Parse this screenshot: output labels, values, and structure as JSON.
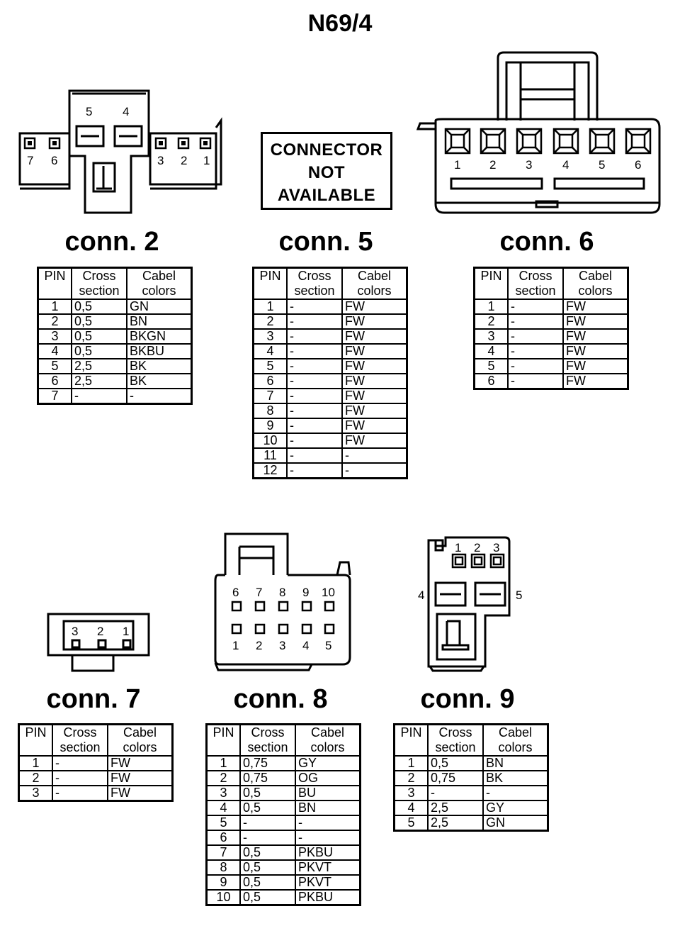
{
  "title": "N69/4",
  "not_available_lines": [
    "CONNECTOR",
    "NOT",
    "AVAILABLE"
  ],
  "headers": {
    "pin": "PIN",
    "cross": [
      "Cross",
      "section"
    ],
    "colors": [
      "Cabel",
      "colors"
    ]
  },
  "connectors": [
    {
      "id": "conn2",
      "label": "conn. 2",
      "pins": [
        [
          "1",
          "0,5",
          "GN"
        ],
        [
          "2",
          "0,5",
          "BN"
        ],
        [
          "3",
          "0,5",
          "BKGN"
        ],
        [
          "4",
          "0,5",
          "BKBU"
        ],
        [
          "5",
          "2,5",
          "BK"
        ],
        [
          "6",
          "2,5",
          "BK"
        ],
        [
          "7",
          "-",
          "-"
        ]
      ]
    },
    {
      "id": "conn5",
      "label": "conn. 5",
      "pins": [
        [
          "1",
          "-",
          "FW"
        ],
        [
          "2",
          "-",
          "FW"
        ],
        [
          "3",
          "-",
          "FW"
        ],
        [
          "4",
          "-",
          "FW"
        ],
        [
          "5",
          "-",
          "FW"
        ],
        [
          "6",
          "-",
          "FW"
        ],
        [
          "7",
          "-",
          "FW"
        ],
        [
          "8",
          "-",
          "FW"
        ],
        [
          "9",
          "-",
          "FW"
        ],
        [
          "10",
          "-",
          "FW"
        ],
        [
          "11",
          "-",
          "-"
        ],
        [
          "12",
          "-",
          "-"
        ]
      ]
    },
    {
      "id": "conn6",
      "label": "conn. 6",
      "pins": [
        [
          "1",
          "-",
          "FW"
        ],
        [
          "2",
          "-",
          "FW"
        ],
        [
          "3",
          "-",
          "FW"
        ],
        [
          "4",
          "-",
          "FW"
        ],
        [
          "5",
          "-",
          "FW"
        ],
        [
          "6",
          "-",
          "FW"
        ]
      ]
    },
    {
      "id": "conn7",
      "label": "conn. 7",
      "pins": [
        [
          "1",
          "-",
          "FW"
        ],
        [
          "2",
          "-",
          "FW"
        ],
        [
          "3",
          "-",
          "FW"
        ]
      ]
    },
    {
      "id": "conn8",
      "label": "conn. 8",
      "pins": [
        [
          "1",
          "0,75",
          "GY"
        ],
        [
          "2",
          "0,75",
          "OG"
        ],
        [
          "3",
          "0,5",
          "BU"
        ],
        [
          "4",
          "0,5",
          "BN"
        ],
        [
          "5",
          "-",
          "-"
        ],
        [
          "6",
          "-",
          "-"
        ],
        [
          "7",
          "0,5",
          "PKBU"
        ],
        [
          "8",
          "0,5",
          "PKVT"
        ],
        [
          "9",
          "0,5",
          "PKVT"
        ],
        [
          "10",
          "0,5",
          "PKBU"
        ]
      ]
    },
    {
      "id": "conn9",
      "label": "conn. 9",
      "pins": [
        [
          "1",
          "0,5",
          "BN"
        ],
        [
          "2",
          "0,75",
          "BK"
        ],
        [
          "3",
          "-",
          "-"
        ],
        [
          "4",
          "2,5",
          "GY"
        ],
        [
          "5",
          "2,5",
          "GN"
        ]
      ]
    }
  ]
}
